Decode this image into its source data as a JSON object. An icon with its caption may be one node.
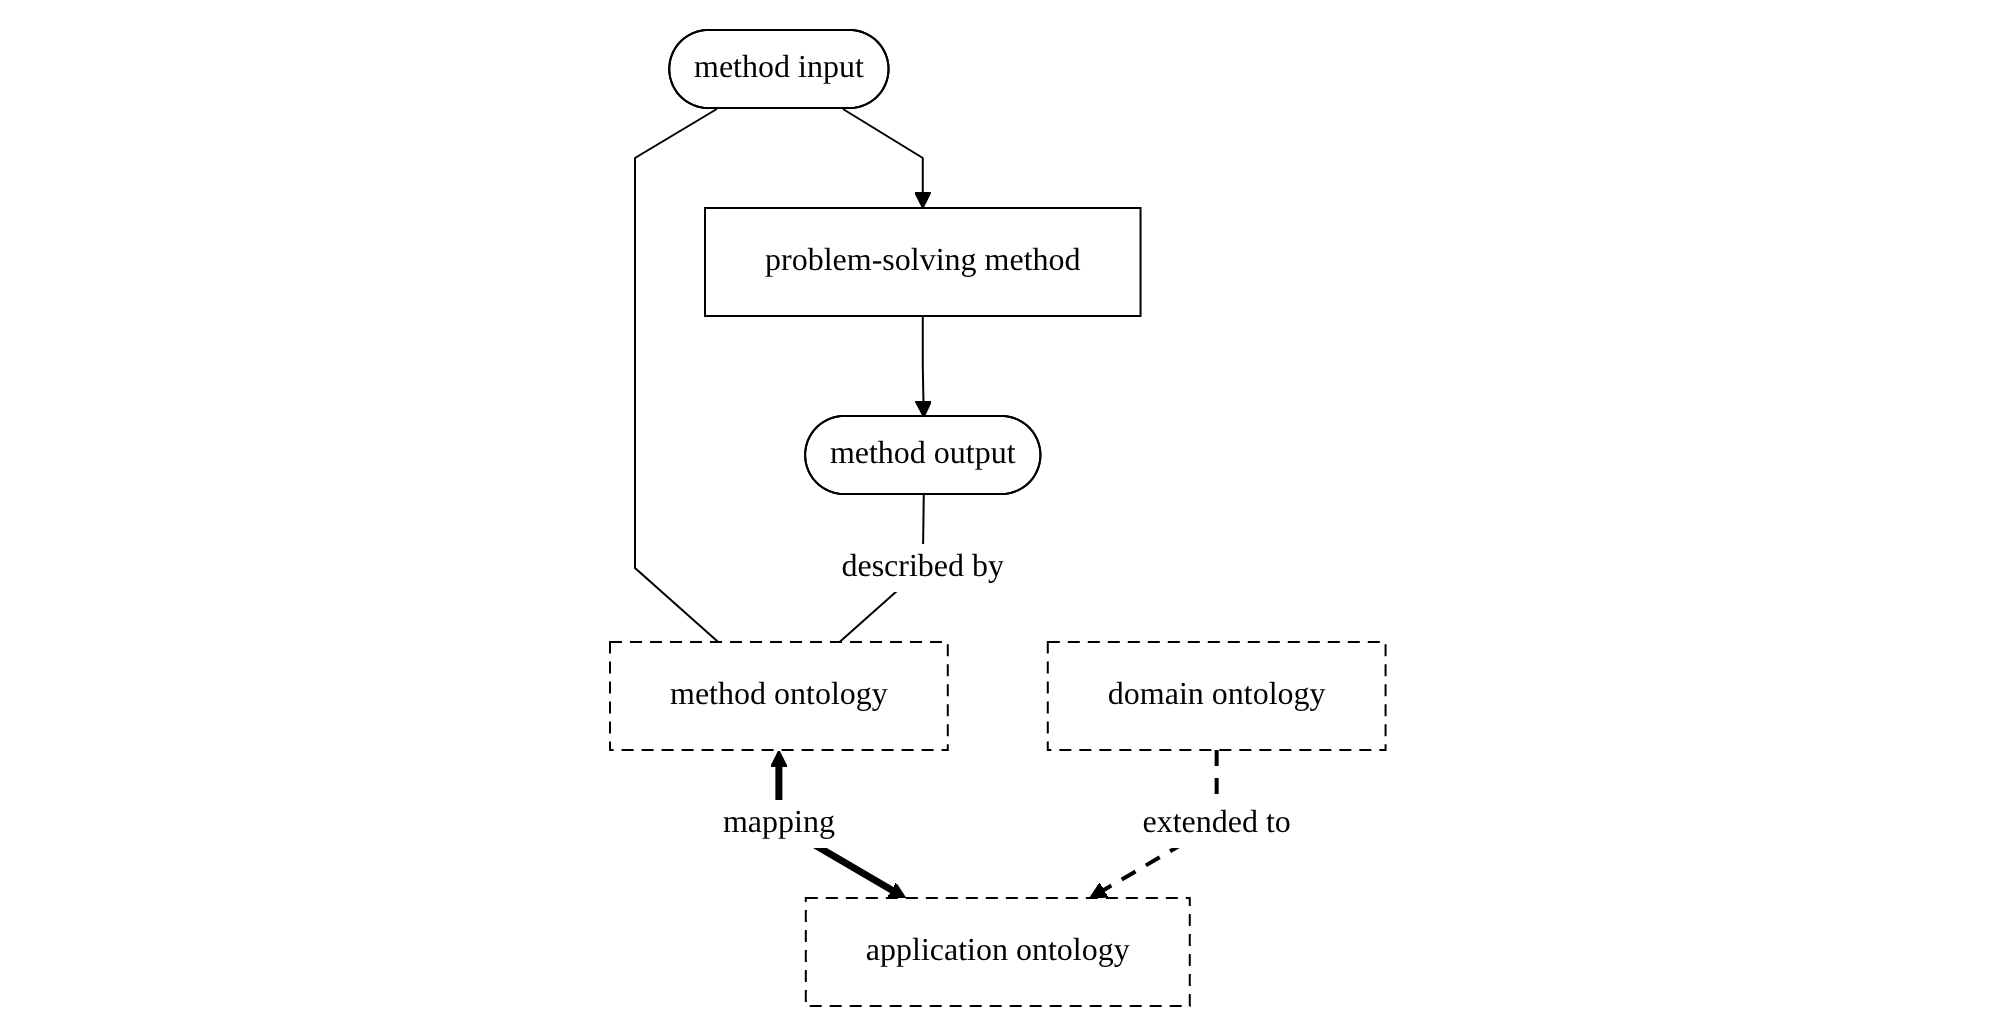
{
  "diagram": {
    "nodes": [
      {
        "text": [
          "method input"
        ]
      },
      {
        "text": [
          "problem-solving method"
        ]
      },
      {
        "text": [
          "method output"
        ]
      },
      {
        "text": [
          "method ontology"
        ]
      },
      {
        "text": [
          "domain ontology"
        ]
      },
      {
        "text": [
          "application ontology"
        ]
      }
    ],
    "edges": [
      {
        "from": 0,
        "to": 1,
        "arrow": "to"
      },
      {
        "from": 1,
        "to": 2,
        "arrow": "to"
      },
      {
        "from": 0,
        "to": 3,
        "arrow": "none"
      },
      {
        "from": 2,
        "to": 3,
        "arrow": "none",
        "label": "described by"
      },
      {
        "from": 3,
        "to": 5,
        "arrow": "both",
        "label": "mapping",
        "style": "thick"
      },
      {
        "from": 4,
        "to": 5,
        "arrow": "to",
        "label": "extended to",
        "style": "dashed"
      }
    ]
  }
}
